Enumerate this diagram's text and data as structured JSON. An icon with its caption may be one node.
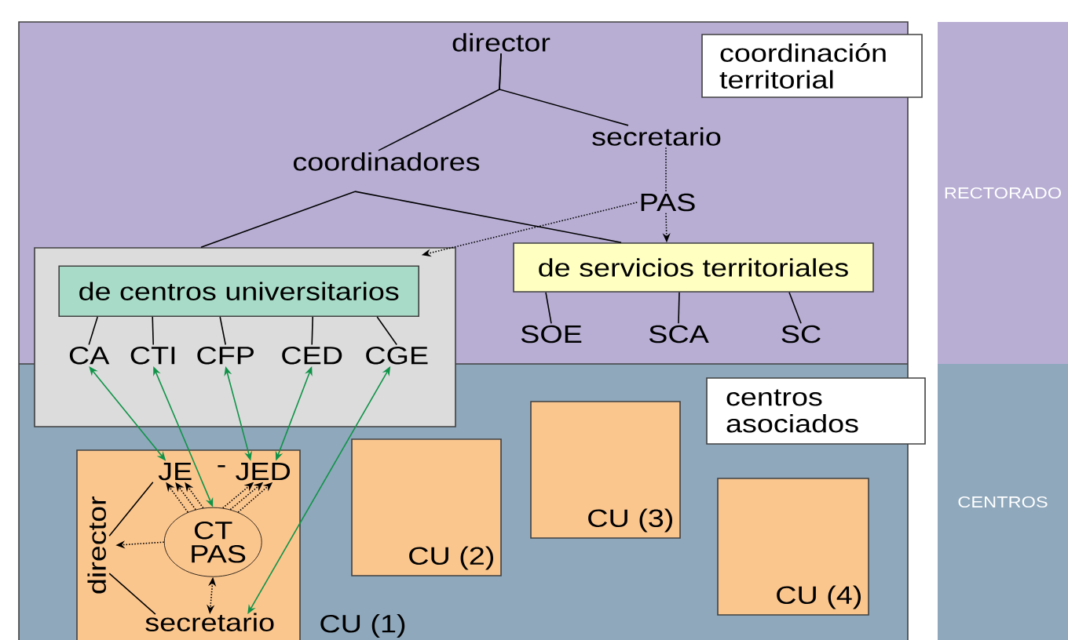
{
  "diagram": {
    "nodes": [
      {
        "text": [
          "RECTORADO"
        ]
      },
      {
        "text": [
          "CENTROS"
        ]
      },
      {
        "text": [
          "coordinación territorial"
        ]
      },
      {
        "text": [
          "director"
        ]
      },
      {
        "text": [
          "coordinadores"
        ]
      },
      {
        "text": [
          "secretario"
        ]
      },
      {
        "text": [
          "PAS"
        ]
      },
      {
        "text": [],
        "shape": "box"
      },
      {
        "text": [
          "de centros universitarios"
        ],
        "in": 7
      },
      {
        "text": [
          "de servicios territoriales"
        ]
      },
      {
        "text": [
          "CA"
        ],
        "in": 7
      },
      {
        "text": [
          "CTI"
        ],
        "in": 7
      },
      {
        "text": [
          "CFP"
        ],
        "in": 7
      },
      {
        "text": [
          "CED"
        ],
        "in": 7
      },
      {
        "text": [
          "CGE"
        ],
        "in": 7
      },
      {
        "text": [
          "SOE"
        ]
      },
      {
        "text": [
          "SCA"
        ]
      },
      {
        "text": [
          "SC"
        ]
      },
      {
        "text": [
          "centros asociados"
        ]
      },
      {
        "text": [
          "CU (1)"
        ]
      },
      {
        "text": [
          "JE"
        ],
        "in": 19
      },
      {
        "text": [
          "JED"
        ],
        "in": 19
      },
      {
        "text": [
          "CT PAS"
        ],
        "in": 19
      },
      {
        "text": [
          "director"
        ],
        "in": 19
      },
      {
        "text": [
          "secretario"
        ],
        "in": 19
      },
      {
        "text": [
          "CU (2)"
        ]
      },
      {
        "text": [
          "CU (3)"
        ]
      },
      {
        "text": [
          "CU (4)"
        ]
      }
    ],
    "edges": [
      {
        "from": 3,
        "to": 4,
        "arrow": "none"
      },
      {
        "from": 3,
        "to": 5,
        "arrow": "none"
      },
      {
        "from": 4,
        "to": 7,
        "arrow": "none"
      },
      {
        "from": 4,
        "to": 9,
        "arrow": "none"
      },
      {
        "from": 5,
        "to": 6,
        "arrow": "none",
        "style": "dashed"
      },
      {
        "from": 6,
        "to": 9,
        "arrow": "to",
        "style": "dashed"
      },
      {
        "from": 6,
        "to": 7,
        "arrow": "to",
        "style": "dashed"
      },
      {
        "from": 8,
        "to": 10,
        "arrow": "none"
      },
      {
        "from": 8,
        "to": 11,
        "arrow": "none"
      },
      {
        "from": 8,
        "to": 12,
        "arrow": "none"
      },
      {
        "from": 8,
        "to": 13,
        "arrow": "none"
      },
      {
        "from": 8,
        "to": 14,
        "arrow": "none"
      },
      {
        "from": 9,
        "to": 15,
        "arrow": "none"
      },
      {
        "from": 9,
        "to": 16,
        "arrow": "none"
      },
      {
        "from": 9,
        "to": 17,
        "arrow": "none"
      },
      {
        "from": 10,
        "to": 20,
        "arrow": "both",
        "color": "#0f9348"
      },
      {
        "from": 11,
        "to": 22,
        "arrow": "both",
        "color": "#0f9348"
      },
      {
        "from": 12,
        "to": 21,
        "arrow": "both",
        "color": "#0f9348"
      },
      {
        "from": 13,
        "to": 21,
        "arrow": "both",
        "color": "#0f9348"
      },
      {
        "from": 14,
        "to": 24,
        "arrow": "both",
        "color": "#0f9348"
      },
      {
        "from": 22,
        "to": 20,
        "arrow": "to",
        "style": "dashed"
      },
      {
        "from": 22,
        "to": 20,
        "arrow": "to",
        "style": "dashed"
      },
      {
        "from": 22,
        "to": 20,
        "arrow": "to",
        "style": "dashed"
      },
      {
        "from": 22,
        "to": 21,
        "arrow": "to",
        "style": "dashed"
      },
      {
        "from": 22,
        "to": 21,
        "arrow": "to",
        "style": "dashed"
      },
      {
        "from": 22,
        "to": 21,
        "arrow": "to",
        "style": "dashed"
      },
      {
        "from": 23,
        "to": 20,
        "arrow": "none"
      },
      {
        "from": 23,
        "to": 24,
        "arrow": "none"
      },
      {
        "from": 22,
        "to": 23,
        "arrow": "to",
        "style": "dashed"
      },
      {
        "from": 22,
        "to": 24,
        "arrow": "both",
        "style": "dashed"
      }
    ],
    "labels": [
      "-"
    ]
  }
}
